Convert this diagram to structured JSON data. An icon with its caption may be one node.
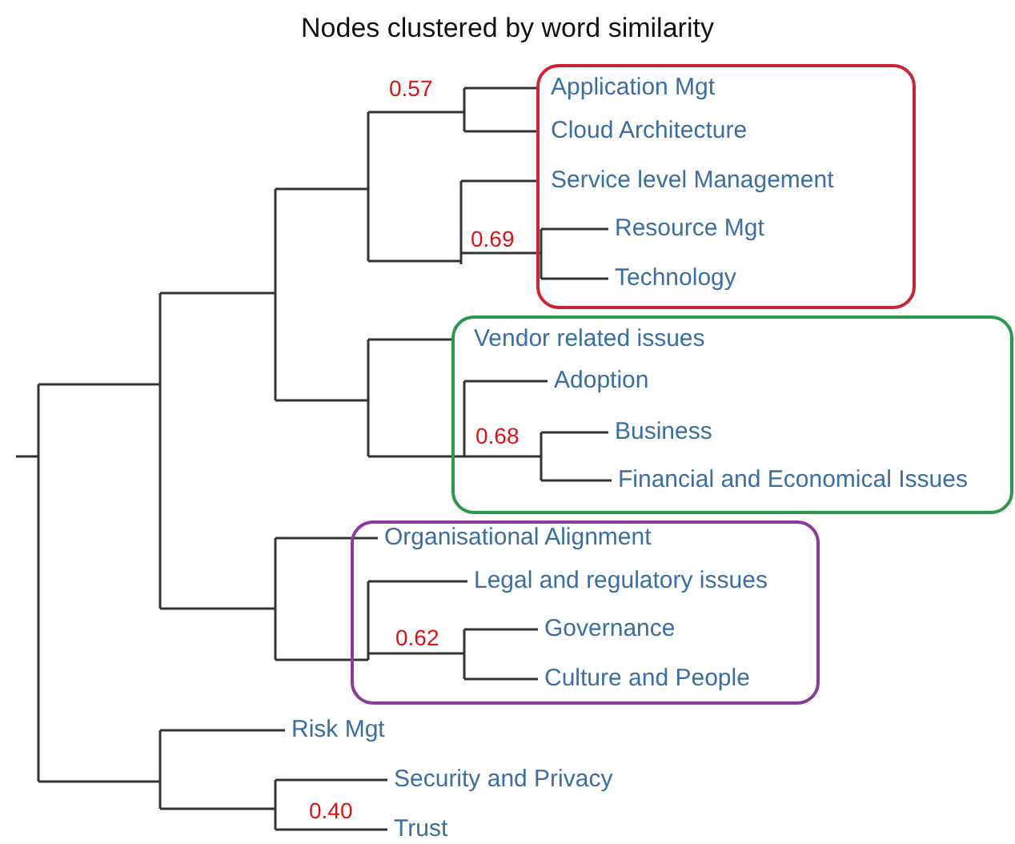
{
  "diagram": {
    "title": "Nodes clustered by word similarity",
    "nodes": [
      {
        "text": [],
        "shape": "box"
      },
      {
        "text": [
          "Application Mgt"
        ],
        "in": 0
      },
      {
        "text": [
          "Cloud Architecture"
        ],
        "in": 0
      },
      {
        "text": [
          "Service level Management"
        ],
        "in": 0
      },
      {
        "text": [
          "Resource Mgt"
        ],
        "in": 0
      },
      {
        "text": [
          "Technology"
        ],
        "in": 0
      },
      {
        "text": [],
        "shape": "box"
      },
      {
        "text": [
          "Vendor related issues"
        ],
        "in": 6
      },
      {
        "text": [
          "Adoption"
        ],
        "in": 6
      },
      {
        "text": [
          "Business"
        ],
        "in": 6
      },
      {
        "text": [
          "Financial and Economical Issues"
        ],
        "in": 6
      },
      {
        "text": [],
        "shape": "box"
      },
      {
        "text": [
          "Organisational Alignment"
        ],
        "in": 11
      },
      {
        "text": [
          "Legal and regulatory issues"
        ],
        "in": 11
      },
      {
        "text": [
          "Governance"
        ],
        "in": 11
      },
      {
        "text": [
          "Culture and People"
        ],
        "in": 11
      },
      {
        "text": [
          "Risk Mgt"
        ]
      },
      {
        "text": [
          "Security and Privacy"
        ]
      },
      {
        "text": [
          "Trust"
        ]
      }
    ],
    "labels": [
      "0.57",
      "0.69",
      "0.68",
      "0.62",
      "0.40"
    ]
  }
}
